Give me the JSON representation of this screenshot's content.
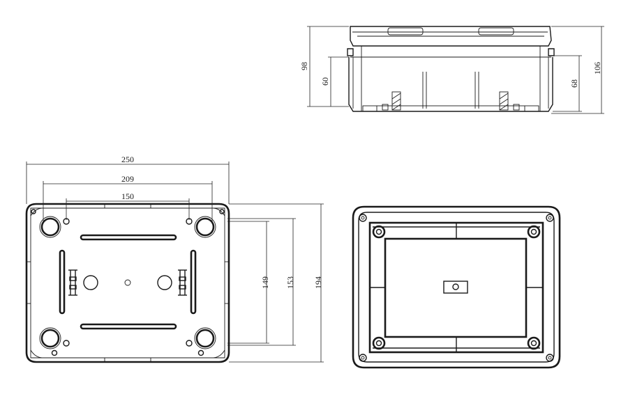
{
  "side_view": {
    "dims": {
      "overall_height": "98",
      "lower_height": "60",
      "body_height": "68",
      "total_height": "106"
    }
  },
  "back_view": {
    "dims": {
      "overall_width": "250",
      "outer_hole_pitch": "209",
      "inner_hole_pitch": "150",
      "inner_vertical": "149",
      "mid_vertical": "153",
      "overall_height": "194"
    }
  }
}
